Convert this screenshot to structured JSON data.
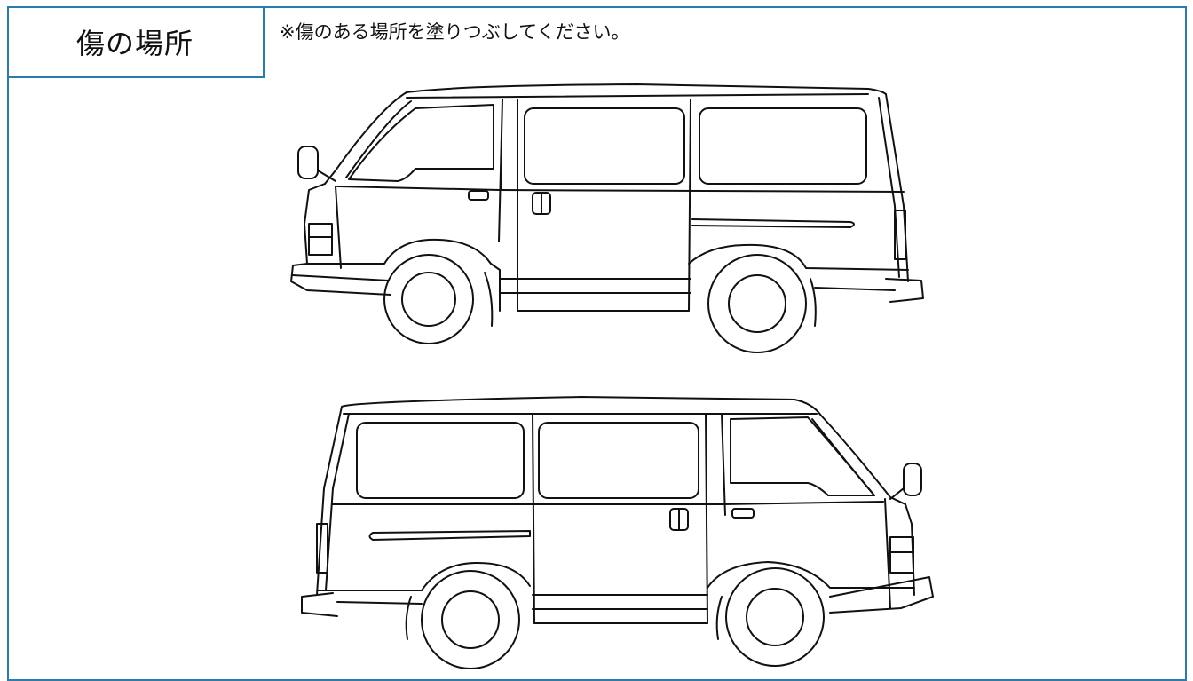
{
  "header": {
    "title": "傷の場所",
    "instruction": "※傷のある場所を塗りつぶしてください。"
  },
  "diagrams": {
    "van_left_side": "van-left-side-diagram",
    "van_right_side": "van-right-side-diagram"
  }
}
